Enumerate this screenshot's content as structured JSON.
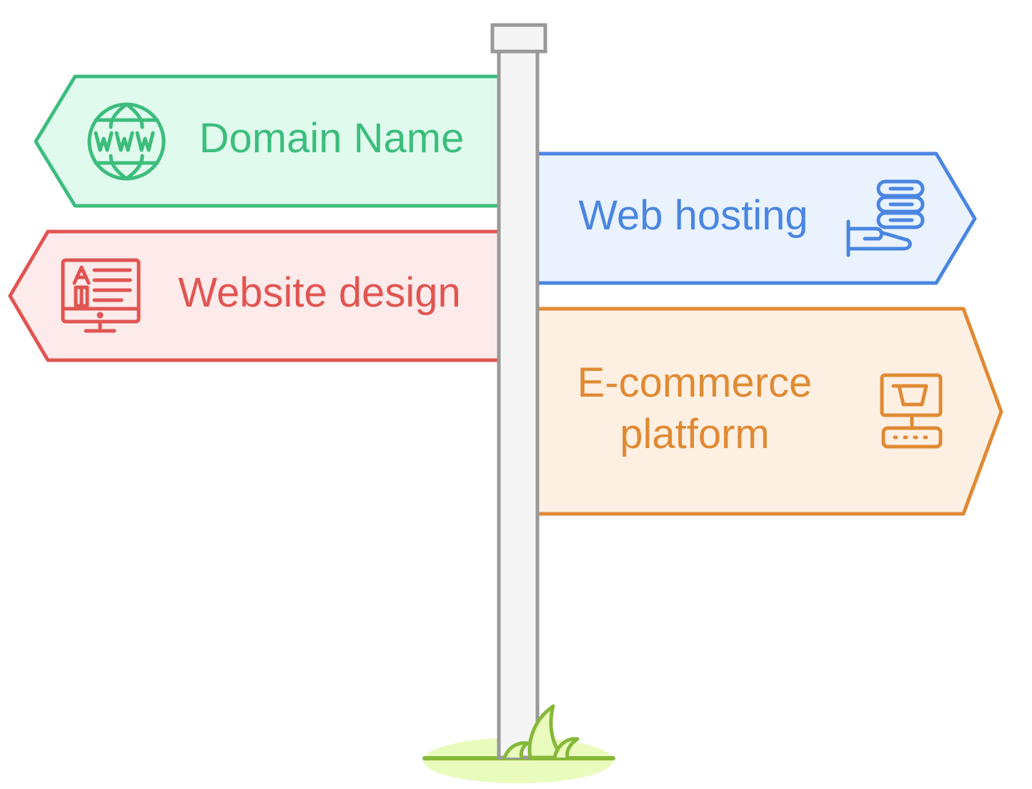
{
  "signs": [
    {
      "id": "domain-name",
      "direction": "left",
      "lines": [
        "Domain Name"
      ],
      "icon": "www-globe-icon",
      "stroke": "#3dbd7d",
      "fill": "#e0fbee"
    },
    {
      "id": "web-hosting",
      "direction": "right",
      "lines": [
        "Web hosting"
      ],
      "icon": "server-hand-icon",
      "stroke": "#4a86e0",
      "fill": "#e9f2fd"
    },
    {
      "id": "website-design",
      "direction": "left",
      "lines": [
        "Website design"
      ],
      "icon": "design-monitor-icon",
      "stroke": "#e05552",
      "fill": "#fdeaea"
    },
    {
      "id": "ecommerce-platform",
      "direction": "right",
      "lines": [
        "E-commerce",
        "platform"
      ],
      "icon": "shopping-cart-computer-icon",
      "stroke": "#e08a34",
      "fill": "#fdf0e3"
    }
  ],
  "post": {
    "stroke": "#999999",
    "fill": "#f5f5f5"
  },
  "ground": {
    "stroke": "#86b83a",
    "fill": "#e9fbbd"
  }
}
